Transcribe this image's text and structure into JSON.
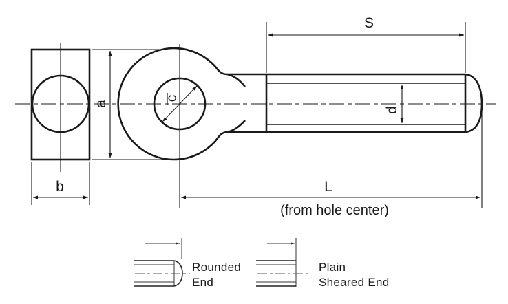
{
  "diagram": {
    "subject": "Eye bolt (threaded rod with eye) technical drawing",
    "dimensions": {
      "a": "a",
      "b": "b",
      "c": "c",
      "d": "d",
      "S": "S",
      "L": "L",
      "L_note": "(from hole center)"
    },
    "end_types": [
      {
        "line1": "Rounded",
        "line2": "End"
      },
      {
        "line1": "Plain",
        "line2": "Sheared End"
      }
    ],
    "colors": {
      "line": "#1a1a1a",
      "background": "#ffffff"
    }
  }
}
